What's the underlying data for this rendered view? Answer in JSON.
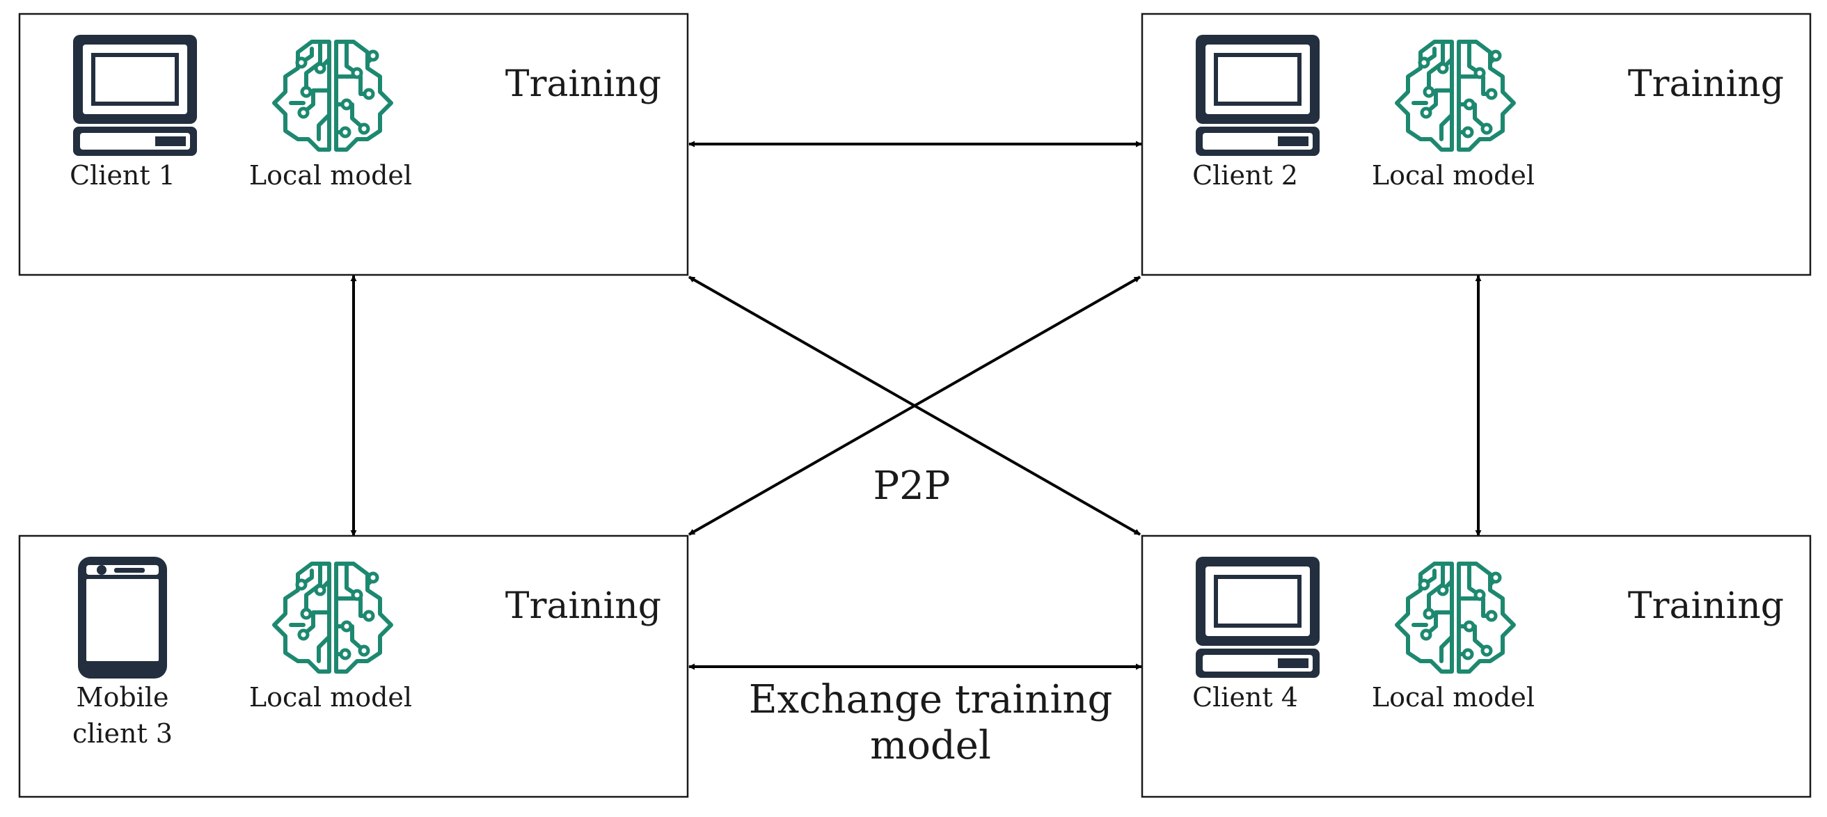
{
  "nodes": [
    {
      "id": "client1",
      "device": "laptop",
      "device_label": [
        "Client 1"
      ],
      "model_label": "Local model",
      "status": "Training"
    },
    {
      "id": "client2",
      "device": "laptop",
      "device_label": [
        "Client 2"
      ],
      "model_label": "Local model",
      "status": "Training"
    },
    {
      "id": "client3",
      "device": "mobile",
      "device_label": [
        "Mobile",
        "client 3"
      ],
      "model_label": "Local model",
      "status": "Training"
    },
    {
      "id": "client4",
      "device": "laptop",
      "device_label": [
        "Client 4"
      ],
      "model_label": "Local model",
      "status": "Training"
    }
  ],
  "edges": [
    {
      "from": "client1",
      "to": "client2",
      "direction": "both"
    },
    {
      "from": "client1",
      "to": "client3",
      "direction": "both"
    },
    {
      "from": "client2",
      "to": "client4",
      "direction": "both"
    },
    {
      "from": "client3",
      "to": "client4",
      "direction": "both"
    },
    {
      "from": "client1",
      "to": "client4",
      "direction": "both"
    },
    {
      "from": "client2",
      "to": "client3",
      "direction": "both"
    }
  ],
  "labels": {
    "center": "P2P",
    "exchange_line1": "Exchange training",
    "exchange_line2": "model"
  },
  "colors": {
    "device": "#232f3e",
    "brain": "#1d8870",
    "line": "#000000"
  },
  "icons": {
    "laptop": "laptop-icon",
    "mobile": "mobile-phone-icon",
    "model": "brain-circuit-icon"
  }
}
